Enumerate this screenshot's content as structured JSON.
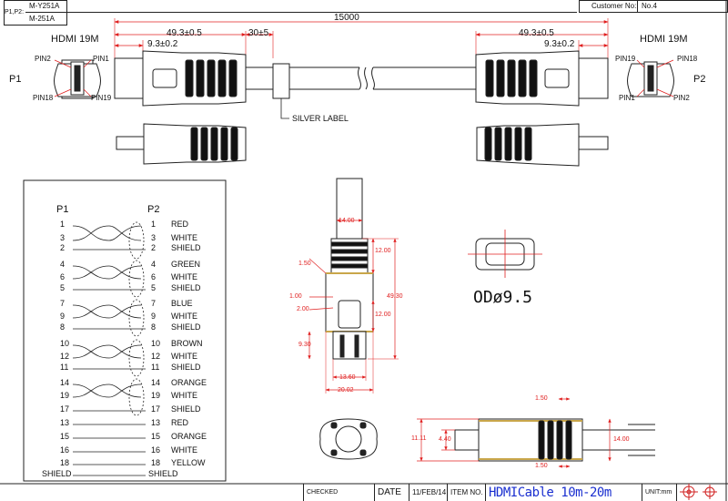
{
  "header": {
    "pin_label": "P1,P2:",
    "part_1": "M-Y251A",
    "part_2": "M-251A",
    "customer_label": "Customer No:",
    "customer_value": "No.4"
  },
  "top_view": {
    "total_length": "15000",
    "left_len": "49.3±0.5",
    "left_tip": "9.3±0.2",
    "strip": "30±5",
    "right_len": "49.3±0.5",
    "right_tip": "9.3±0.2",
    "silver_label": "SILVER LABEL",
    "left_conn": {
      "title": "HDMI 19M",
      "side": "P1",
      "pin_tl": "PIN2",
      "pin_tr": "PIN1",
      "pin_bl": "PIN18",
      "pin_br": "PIN19"
    },
    "right_conn": {
      "title": "HDMI 19M",
      "side": "P2",
      "pin_tl": "PIN19",
      "pin_tr": "PIN18",
      "pin_bl": "PIN1",
      "pin_br": "PIN2"
    }
  },
  "wiring": {
    "p1_title": "P1",
    "p2_title": "P2",
    "rows": [
      {
        "p1": "1",
        "p2": "1",
        "color": "RED"
      },
      {
        "p1": "3",
        "p2": "3",
        "color": "WHITE"
      },
      {
        "p1": "2",
        "p2": "2",
        "color": "SHIELD"
      },
      {
        "p1": "4",
        "p2": "4",
        "color": "GREEN"
      },
      {
        "p1": "6",
        "p2": "6",
        "color": "WHITE"
      },
      {
        "p1": "5",
        "p2": "5",
        "color": "SHIELD"
      },
      {
        "p1": "7",
        "p2": "7",
        "color": "BLUE"
      },
      {
        "p1": "9",
        "p2": "9",
        "color": "WHITE"
      },
      {
        "p1": "8",
        "p2": "8",
        "color": "SHIELD"
      },
      {
        "p1": "10",
        "p2": "10",
        "color": "BROWN"
      },
      {
        "p1": "12",
        "p2": "12",
        "color": "WHITE"
      },
      {
        "p1": "11",
        "p2": "11",
        "color": "SHIELD"
      },
      {
        "p1": "14",
        "p2": "14",
        "color": "ORANGE"
      },
      {
        "p1": "19",
        "p2": "19",
        "color": "WHITE"
      },
      {
        "p1": "17",
        "p2": "17",
        "color": "SHIELD"
      },
      {
        "p1": "13",
        "p2": "13",
        "color": "RED"
      },
      {
        "p1": "15",
        "p2": "15",
        "color": "ORANGE"
      },
      {
        "p1": "16",
        "p2": "16",
        "color": "WHITE"
      },
      {
        "p1": "18",
        "p2": "18",
        "color": "YELLOW"
      },
      {
        "p1": "SHIELD",
        "p2": "SHIELD",
        "color": ""
      }
    ]
  },
  "detail_view": {
    "d_top": "14.00",
    "d_rib": "12.00",
    "d_150": "1.50",
    "d_100": "1.00",
    "d_200": "2.00",
    "d_4930": "49.30",
    "d_mid": "12.00",
    "d_930": "9.30",
    "d_1360": "13.60",
    "d_2002": "20.02"
  },
  "od_text": "ODø9.5",
  "side_view": {
    "d_top": "1.50",
    "d_bot": "1.50",
    "d_1111": "11.11",
    "d_440": "4.40",
    "d_1400": "14.00"
  },
  "title_block": {
    "checked": "CHECKED",
    "date_label": "DATE",
    "date_value": "11/FEB/14",
    "item_label": "ITEM NO.",
    "item_value": "HDMICable 10m-20m",
    "unit_label": "UNIT:mm"
  },
  "colors": {
    "dimension": "#e02020",
    "line": "#222222",
    "title_blue": "#1a2fd0"
  }
}
